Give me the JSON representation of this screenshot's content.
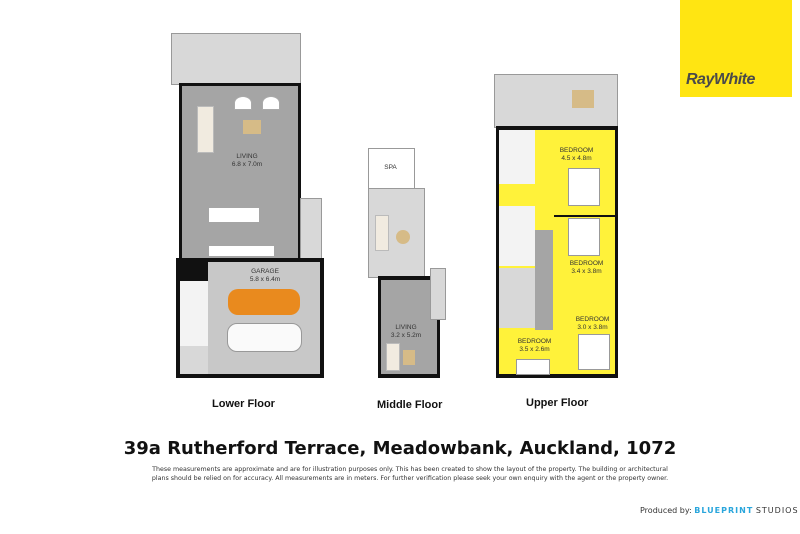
{
  "brand": {
    "name": "RayWhite",
    "color": "#ffe512"
  },
  "floors": [
    {
      "name": "Lower Floor",
      "rooms": [
        {
          "label": "LIVING",
          "dims": "6.8 x 7.0m"
        },
        {
          "label": "GARAGE",
          "dims": "5.8 x 6.4m"
        }
      ]
    },
    {
      "name": "Middle Floor",
      "rooms": [
        {
          "label": "SPA",
          "dims": ""
        },
        {
          "label": "LIVING",
          "dims": "3.2 x 5.2m"
        }
      ]
    },
    {
      "name": "Upper Floor",
      "rooms": [
        {
          "label": "BEDROOM",
          "dims": "4.5 x 4.8m"
        },
        {
          "label": "BEDROOM",
          "dims": "3.4 x 3.8m"
        },
        {
          "label": "BEDROOM",
          "dims": "3.0 x 3.8m"
        },
        {
          "label": "BEDROOM",
          "dims": "3.5 x 2.6m"
        }
      ]
    }
  ],
  "address": "39a Rutherford Terrace, Meadowbank, Auckland, 1072",
  "disclaimer": "These measurements are approximate and are for illustration purposes only. This has been created to show the layout of the property. The building or architectural plans should be relied on for accuracy. All measurements are in meters. For further verification please seek your own enquiry with the agent or the property owner.",
  "footer": {
    "produced_by": "Produced by:",
    "studio_bold": "BLUEPRINT",
    "studio_rest": "STUDIOS"
  }
}
